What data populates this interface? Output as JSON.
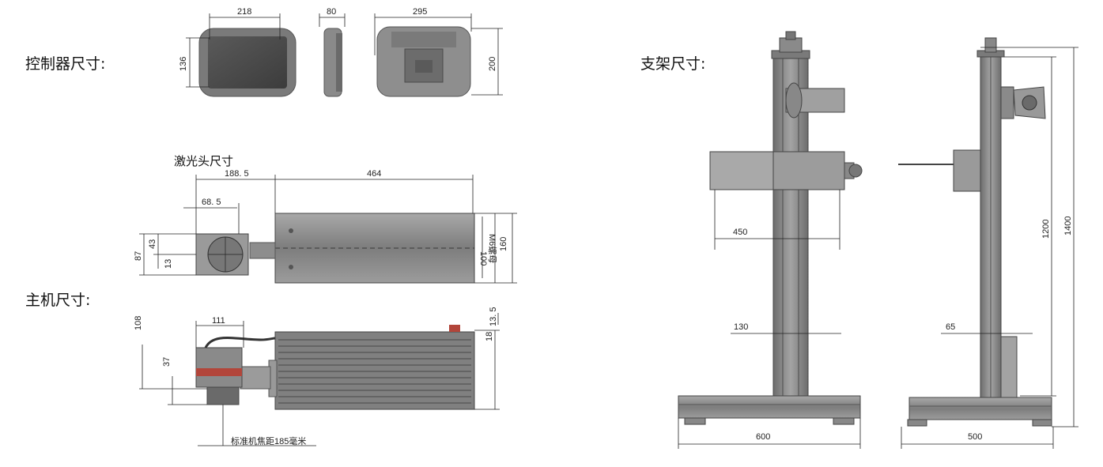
{
  "titles": {
    "controller": "控制器尺寸:",
    "laser_head": "激光头尺寸",
    "host": "主机尺寸:",
    "stand": "支架尺寸:"
  },
  "controller_dims": {
    "front_width": "218",
    "front_height": "136",
    "side_depth": "80",
    "back_width": "295",
    "back_height": "200"
  },
  "laser_dims": {
    "offset": "188. 5",
    "length": "464",
    "head_width": "68. 5",
    "h87": "87",
    "h43": "43",
    "h13": "13",
    "h100": "100",
    "nut": "M6螺母",
    "h160": "160"
  },
  "host_dims": {
    "h108": "108",
    "w111": "111",
    "h37": "37",
    "h18": "18",
    "h13_5": "13. 5",
    "focal_note": "标准机焦距185毫米"
  },
  "stand_dims": {
    "arm_450": "450",
    "post_130": "130",
    "base_600": "600",
    "h1200": "1200",
    "h1400": "1400",
    "post_65": "65",
    "base_500": "500"
  },
  "colors": {
    "metal_dark": "#5e5e5e",
    "metal_mid": "#8a8a8a",
    "metal_light": "#b9b9b9",
    "red_accent": "#b2453a"
  }
}
